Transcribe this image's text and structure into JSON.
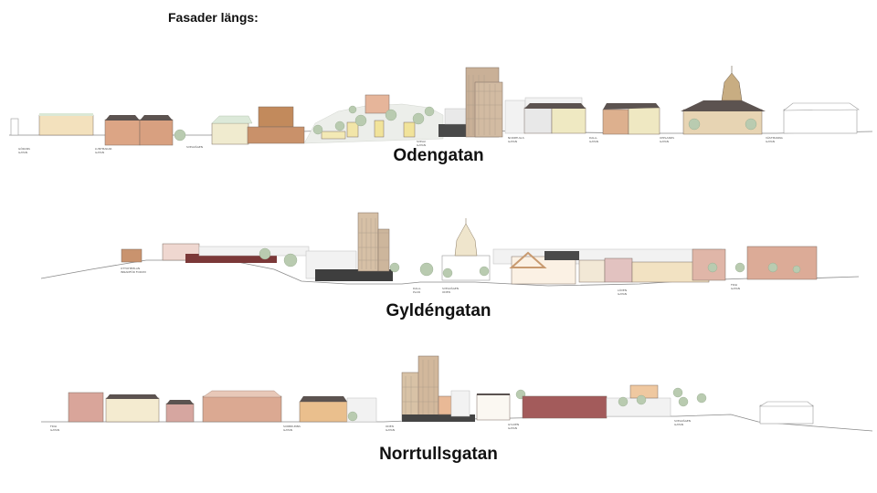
{
  "heading": "Fasader längs:",
  "streets": [
    {
      "name": "Odengatan"
    },
    {
      "name": "Gyldéngatan"
    },
    {
      "name": "Norrtullsgatan"
    }
  ],
  "colors": {
    "beige": "#f1e3c3",
    "terracotta": "#d8a283",
    "brown": "#b88766",
    "dark_red": "#7d3a3a",
    "green_tree": "#b9cbb0",
    "ground_line": "#8a8a8a"
  }
}
